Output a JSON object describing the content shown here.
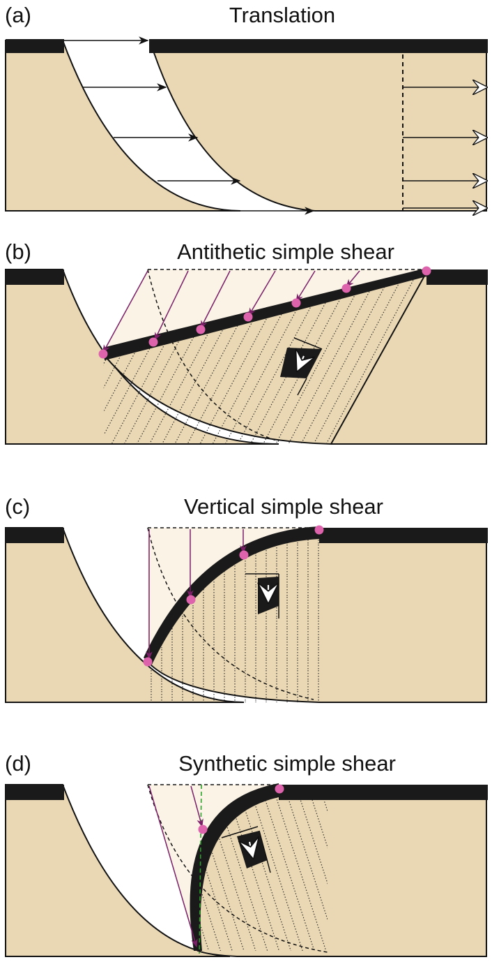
{
  "colors": {
    "sediment": "#ead8b4",
    "hangingwall": "#fbf3e6",
    "layer": "#1a1a1a",
    "arrow_purple": "#7a1f68",
    "marker_pink": "#de63ad",
    "vertical_ref": "#2aa02a"
  },
  "panels": [
    {
      "label": "(a)",
      "title": "Translation"
    },
    {
      "label": "(b)",
      "title": "Antithetic simple shear"
    },
    {
      "label": "(c)",
      "title": "Vertical simple shear"
    },
    {
      "label": "(d)",
      "title": "Synthetic simple shear"
    }
  ]
}
